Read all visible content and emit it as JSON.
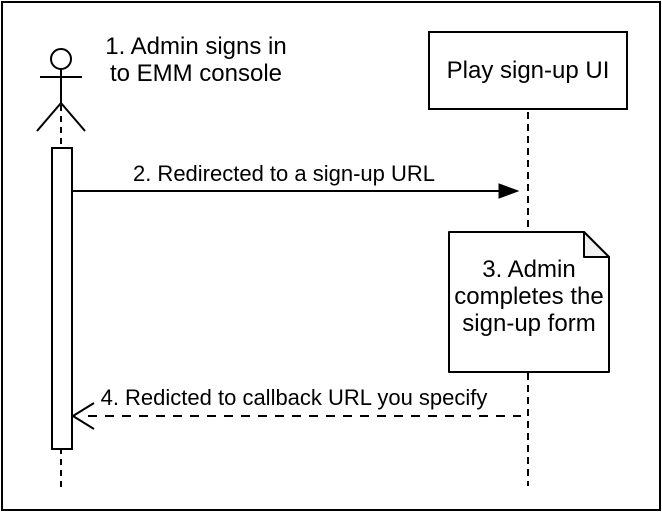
{
  "diagram": {
    "kind": "sequence-diagram",
    "actor": {
      "icon": "stick-figure-icon",
      "label_lines": [
        "1. Admin signs in",
        "to EMM console"
      ]
    },
    "participant": {
      "label": "Play sign-up UI"
    },
    "note": {
      "label_lines": [
        "3. Admin",
        "completes the",
        "sign-up form"
      ]
    },
    "messages": [
      {
        "label": "2. Redirected to a sign-up URL",
        "style": "solid",
        "arrowhead": "filled",
        "direction": "left-to-right"
      },
      {
        "label": "4. Redicted to callback URL you specify",
        "style": "dashed",
        "arrowhead": "open",
        "direction": "right-to-left"
      }
    ],
    "colors": {
      "stroke": "#000000",
      "background": "#ffffff",
      "note_fold": "#f1f1f1",
      "text": "#000000"
    }
  }
}
